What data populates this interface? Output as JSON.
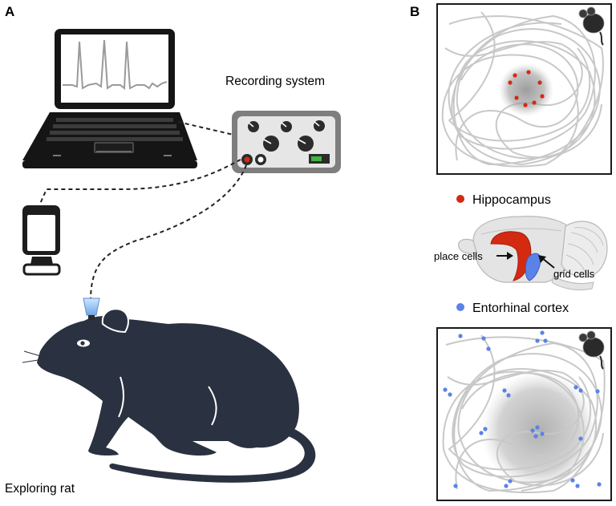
{
  "panels": {
    "a": {
      "letter": "A"
    },
    "b": {
      "letter": "B"
    }
  },
  "labels": {
    "recording_system": "Recording system",
    "exploring_rat": "Exploring rat",
    "hippocampus": "Hippocampus",
    "entorhinal_cortex": "Entorhinal cortex",
    "place_cells": "place cells",
    "grid_cells": "grid cells"
  },
  "colors": {
    "hippocampus_red": "#d42a12",
    "entorhinal_blue": "#5b82e6",
    "rat_dark": "#2a3140",
    "trajectory_grey": "#c8c8c8",
    "field_grey": "#9a9a9a"
  },
  "icons": {
    "laptop": "laptop-icon",
    "monitor": "monitor-icon",
    "recorder": "recording-device-icon",
    "rat": "rat-silhouette",
    "brain": "rat-brain-diagram",
    "mouse": "mouse-icon"
  }
}
